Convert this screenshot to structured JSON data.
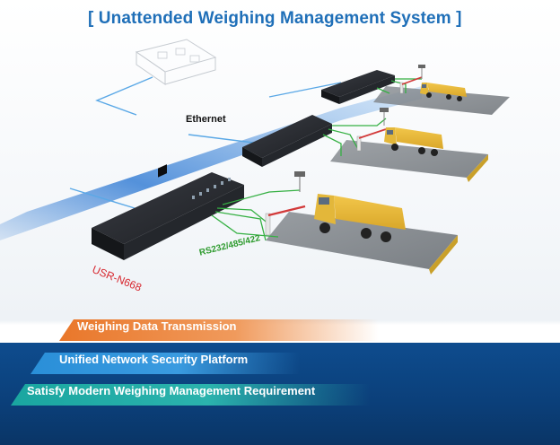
{
  "title": "[ Unattended Weighing Management System ]",
  "labels": {
    "ethernet": "Ethernet",
    "serial": "RS232/485/422",
    "device": "USR-N668"
  },
  "banners": [
    {
      "text": "Weighing Data Transmission",
      "color": "#e9772a"
    },
    {
      "text": "Unified Network Security Platform",
      "color": "#2a8fd8"
    },
    {
      "text": "Satisfy Modern Weighing Management Requirement",
      "color": "#1aa6a0"
    }
  ],
  "colors": {
    "title": "#1f6fb8",
    "ethernet_line": "#3b86d6",
    "serial_line": "#2e9b2e",
    "device_label": "#d7262e",
    "panel": "#0b3f79"
  },
  "icons": [
    "monitoring-station-icon",
    "server-device-icon",
    "truck-icon",
    "barrier-gate-icon",
    "camera-icon"
  ]
}
